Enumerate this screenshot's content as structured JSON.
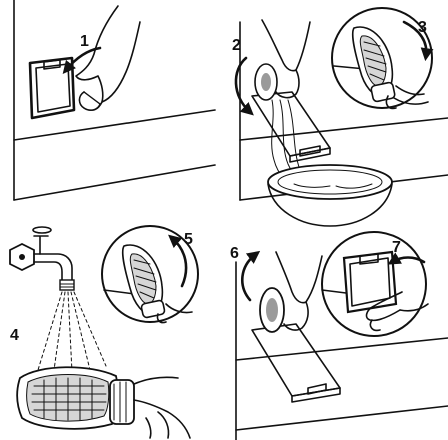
{
  "steps": {
    "s1": "1",
    "s2": "2",
    "s3": "3",
    "s4": "4",
    "s5": "5",
    "s6": "6",
    "s7": "7"
  },
  "colors": {
    "ink": "#111111",
    "paper": "#ffffff",
    "shade": "#9a9a9a"
  }
}
